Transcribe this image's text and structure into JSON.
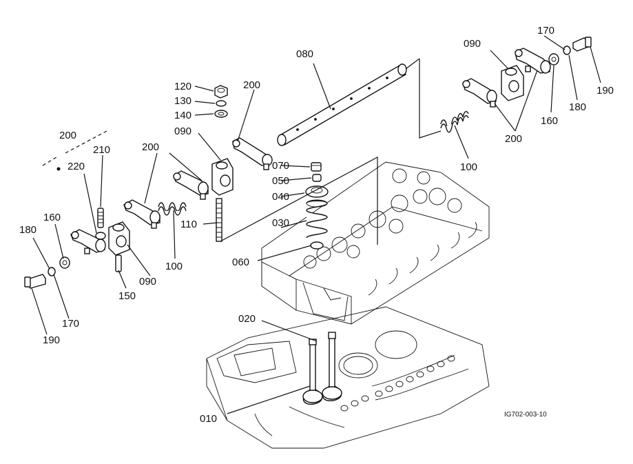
{
  "diagram": {
    "reference_code": "IG702-003-10",
    "labels": {
      "p010": "010",
      "p020": "020",
      "p030": "030",
      "p040": "040",
      "p050": "050",
      "p060": "060",
      "p070": "070",
      "p080": "080",
      "p090_left": "090",
      "p090_center": "090",
      "p090_right": "090",
      "p100_left": "100",
      "p100_right": "100",
      "p110": "110",
      "p120": "120",
      "p130": "130",
      "p140": "140",
      "p150": "150",
      "p160_left": "160",
      "p160_right": "160",
      "p170_left": "170",
      "p170_right": "170",
      "p180_left": "180",
      "p180_right": "180",
      "p190_left": "190",
      "p190_right": "190",
      "p200_group": "200",
      "p200_left": "200",
      "p200_center": "200",
      "p200_right": "200",
      "p210": "210",
      "p220": "220"
    }
  }
}
